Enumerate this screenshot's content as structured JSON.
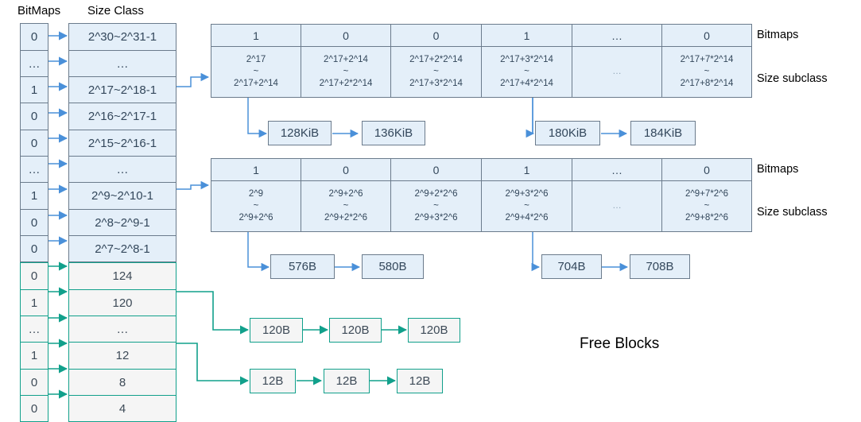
{
  "headers": {
    "bitmaps": "BitMaps",
    "size_class": "Size Class"
  },
  "side_labels": {
    "bitmaps": "Bitmaps",
    "size_subclass": "Size subclass"
  },
  "free_blocks_label": "Free Blocks",
  "colors": {
    "blue_fill": "#e4eff9",
    "blue_border": "#6b7b8c",
    "blue_arrow": "#4a90d9",
    "green_border": "#11a08b",
    "green_fill": "#f5f5f5",
    "green_arrow": "#11a08b",
    "text": "#33475b"
  },
  "size_class_rows": [
    {
      "bit": "0",
      "label": "2^30~2^31-1",
      "style": "blue"
    },
    {
      "bit": "…",
      "label": "…",
      "style": "blue"
    },
    {
      "bit": "1",
      "label": "2^17~2^18-1",
      "style": "blue"
    },
    {
      "bit": "0",
      "label": "2^16~2^17-1",
      "style": "blue"
    },
    {
      "bit": "0",
      "label": "2^15~2^16-1",
      "style": "blue"
    },
    {
      "bit": "…",
      "label": "…",
      "style": "blue"
    },
    {
      "bit": "1",
      "label": "2^9~2^10-1",
      "style": "blue"
    },
    {
      "bit": "0",
      "label": "2^8~2^9-1",
      "style": "blue"
    },
    {
      "bit": "0",
      "label": "2^7~2^8-1",
      "style": "blue"
    },
    {
      "bit": "0",
      "label": "124",
      "style": "green"
    },
    {
      "bit": "1",
      "label": "120",
      "style": "green"
    },
    {
      "bit": "…",
      "label": "…",
      "style": "green"
    },
    {
      "bit": "1",
      "label": "12",
      "style": "green"
    },
    {
      "bit": "0",
      "label": "8",
      "style": "green"
    },
    {
      "bit": "0",
      "label": "4",
      "style": "green"
    }
  ],
  "bitmap_table_top": {
    "bits": [
      "1",
      "0",
      "0",
      "1",
      "…",
      "0"
    ],
    "subclasses": [
      {
        "from": "2^17",
        "tilde": "~",
        "to": "2^17+2^14"
      },
      {
        "from": "2^17+2^14",
        "tilde": "~",
        "to": "2^17+2*2^14"
      },
      {
        "from": "2^17+2*2^14",
        "tilde": "~",
        "to": "2^17+3*2^14"
      },
      {
        "from": "2^17+3*2^14",
        "tilde": "~",
        "to": "2^17+4*2^14"
      },
      {
        "from": "",
        "tilde": "…",
        "to": ""
      },
      {
        "from": "2^17+7*2^14",
        "tilde": "~",
        "to": "2^17+8*2^14"
      }
    ]
  },
  "bitmap_table_bottom": {
    "bits": [
      "1",
      "0",
      "0",
      "1",
      "…",
      "0"
    ],
    "subclasses": [
      {
        "from": "2^9",
        "tilde": "~",
        "to": "2^9+2^6"
      },
      {
        "from": "2^9+2^6",
        "tilde": "~",
        "to": "2^9+2*2^6"
      },
      {
        "from": "2^9+2*2^6",
        "tilde": "~",
        "to": "2^9+3*2^6"
      },
      {
        "from": "2^9+3*2^6",
        "tilde": "~",
        "to": "2^9+4*2^6"
      },
      {
        "from": "",
        "tilde": "…",
        "to": ""
      },
      {
        "from": "2^9+7*2^6",
        "tilde": "~",
        "to": "2^9+8*2^6"
      }
    ]
  },
  "free_lists": {
    "kib_left": [
      "128KiB",
      "136KiB"
    ],
    "kib_right": [
      "180KiB",
      "184KiB"
    ],
    "b_left": [
      "576B",
      "580B"
    ],
    "b_right": [
      "704B",
      "708B"
    ],
    "b120": [
      "120B",
      "120B",
      "120B"
    ],
    "b12": [
      "12B",
      "12B",
      "12B"
    ]
  }
}
